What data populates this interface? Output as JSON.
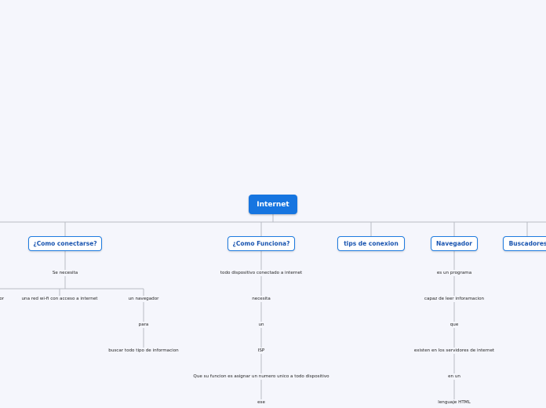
{
  "root": {
    "label": "Internet"
  },
  "topics": [
    {
      "label": "¿Como conectarse?",
      "children": [
        {
          "label": "Se necesita",
          "children": [
            {
              "label": "ador"
            },
            {
              "label": "una red wi-fi con acceso a internet"
            },
            {
              "label": "un navegador",
              "children": [
                {
                  "label": "para",
                  "children": [
                    {
                      "label": "buscar todo tipo de informacion"
                    }
                  ]
                }
              ]
            }
          ]
        }
      ]
    },
    {
      "label": "¿Como Funciona?",
      "chain": [
        "todo dispositivo conectado a internet",
        "necesita",
        "un",
        "ISP",
        "Que su funcion es asignar un numero unico a todo dispositivo",
        "ese"
      ]
    },
    {
      "label": "tips de conexion"
    },
    {
      "label": "Navegador",
      "chain": [
        "es un programa",
        "capaz de leer inforamacion",
        "que",
        "existen en los servidores de internet",
        "en un",
        "lenguaje HTML"
      ]
    },
    {
      "label": "Buscadores"
    }
  ]
}
